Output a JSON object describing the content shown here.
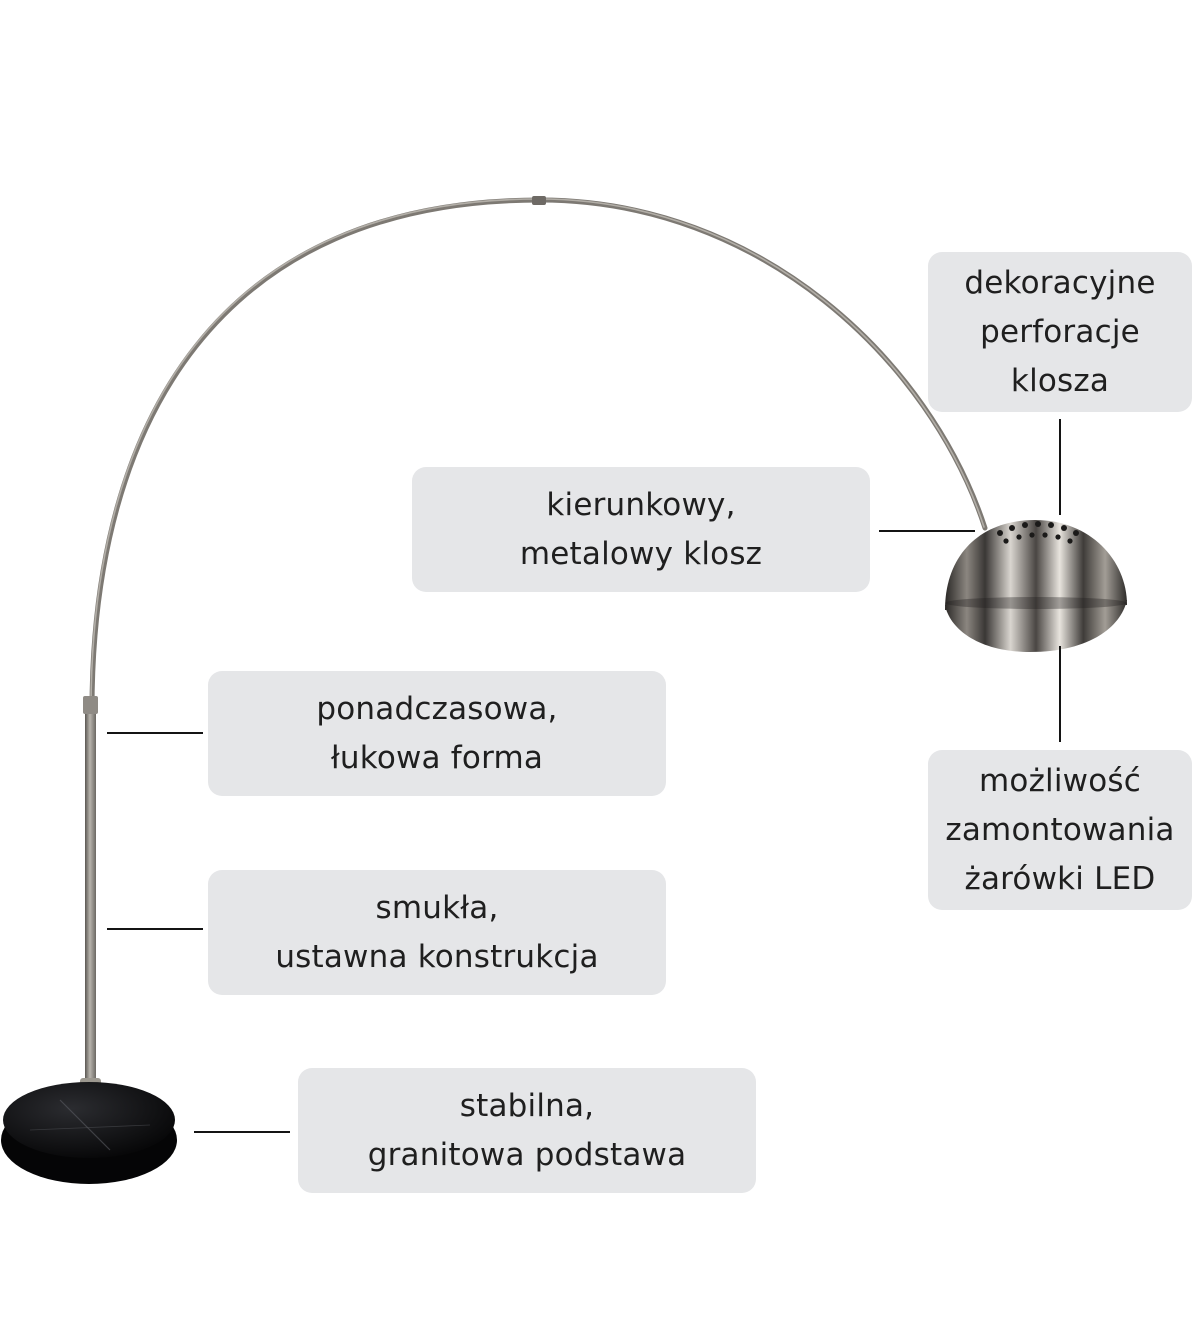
{
  "product": "arc floor lamp",
  "colors": {
    "callout_background": "#e5e6e8",
    "text": "#1f1f1f",
    "leader_line": "#141414",
    "arc_metal": "#8a8680",
    "base": "#0d0d0f"
  },
  "callouts": {
    "shade_perforations": [
      "dekoracyjne",
      "perforacje",
      "klosza"
    ],
    "metal_shade": [
      "kierunkowy,",
      "metalowy klosz"
    ],
    "led_bulb": [
      "możliwość",
      "zamontowania",
      "żarówki LED"
    ],
    "arc_form": [
      "ponadczasowa,",
      "łukowa forma"
    ],
    "construction": [
      "smukła,",
      "ustawna konstrukcja"
    ],
    "base": [
      "stabilna,",
      "granitowa podstawa"
    ]
  }
}
